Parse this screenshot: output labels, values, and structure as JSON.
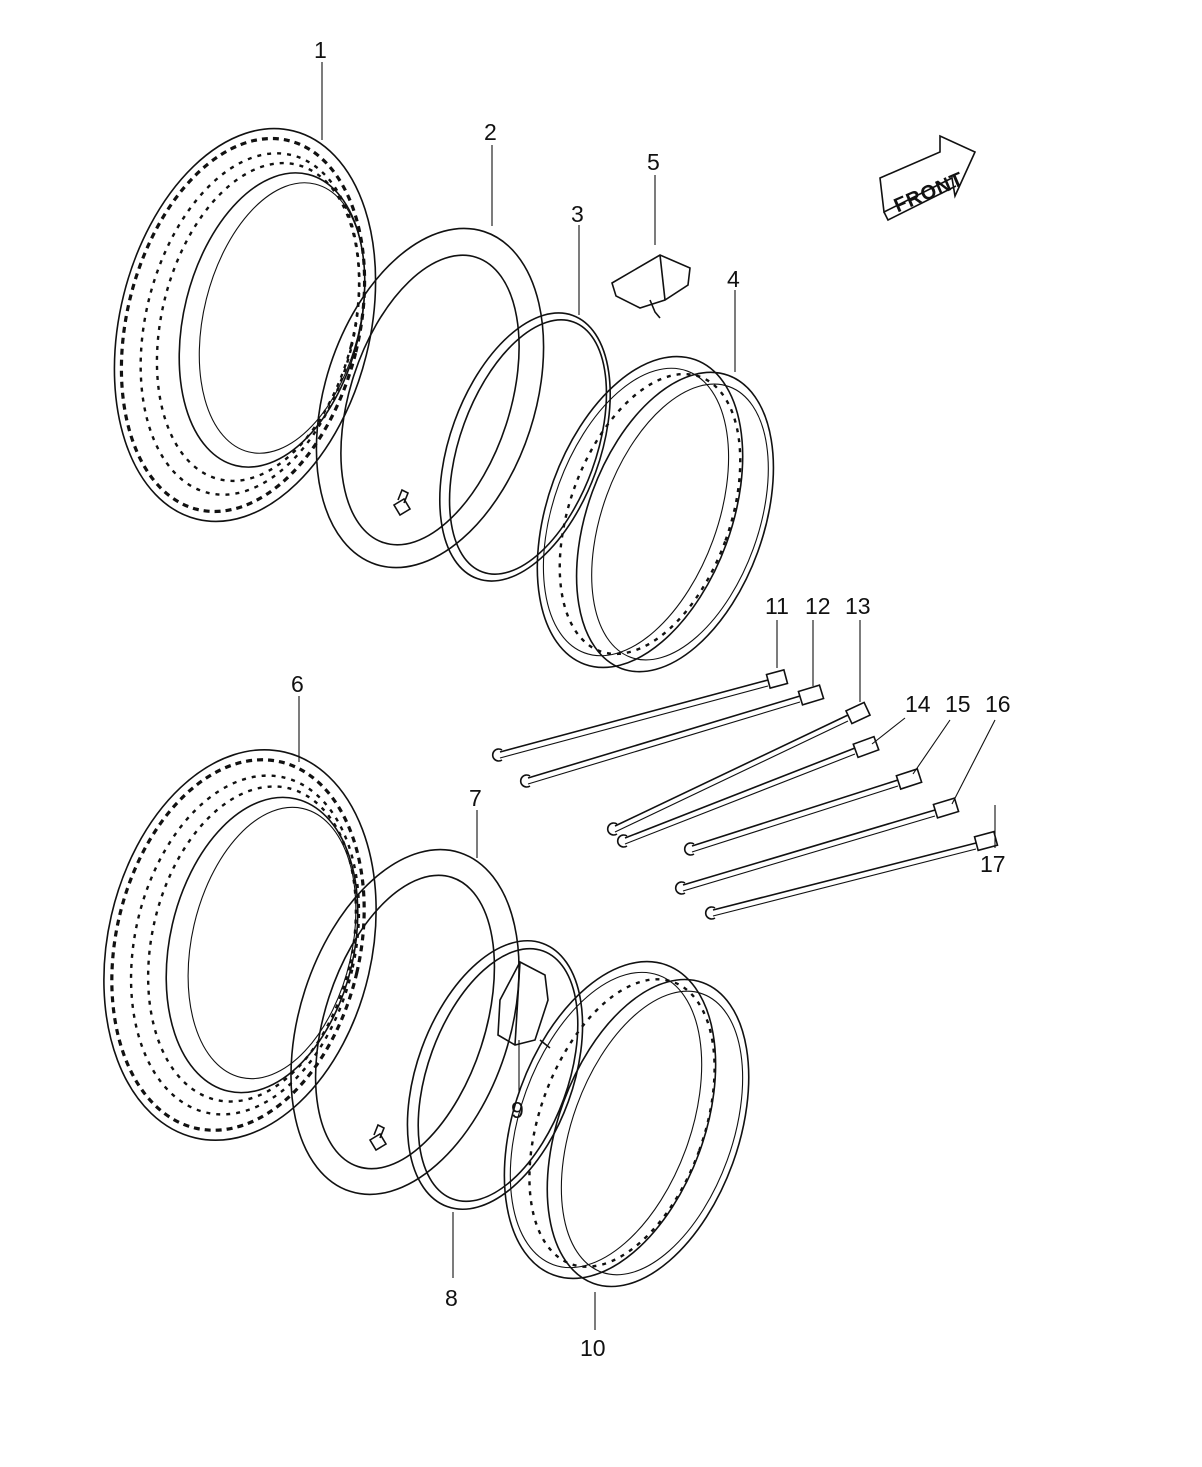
{
  "badge": {
    "label": "FRONT"
  },
  "callouts": {
    "c1": "1",
    "c2": "2",
    "c3": "3",
    "c4": "4",
    "c5": "5",
    "c6": "6",
    "c7": "7",
    "c8": "8",
    "c9": "9",
    "c10": "10",
    "c11": "11",
    "c12": "12",
    "c13": "13",
    "c14": "14",
    "c15": "15",
    "c16": "16",
    "c17": "17"
  }
}
